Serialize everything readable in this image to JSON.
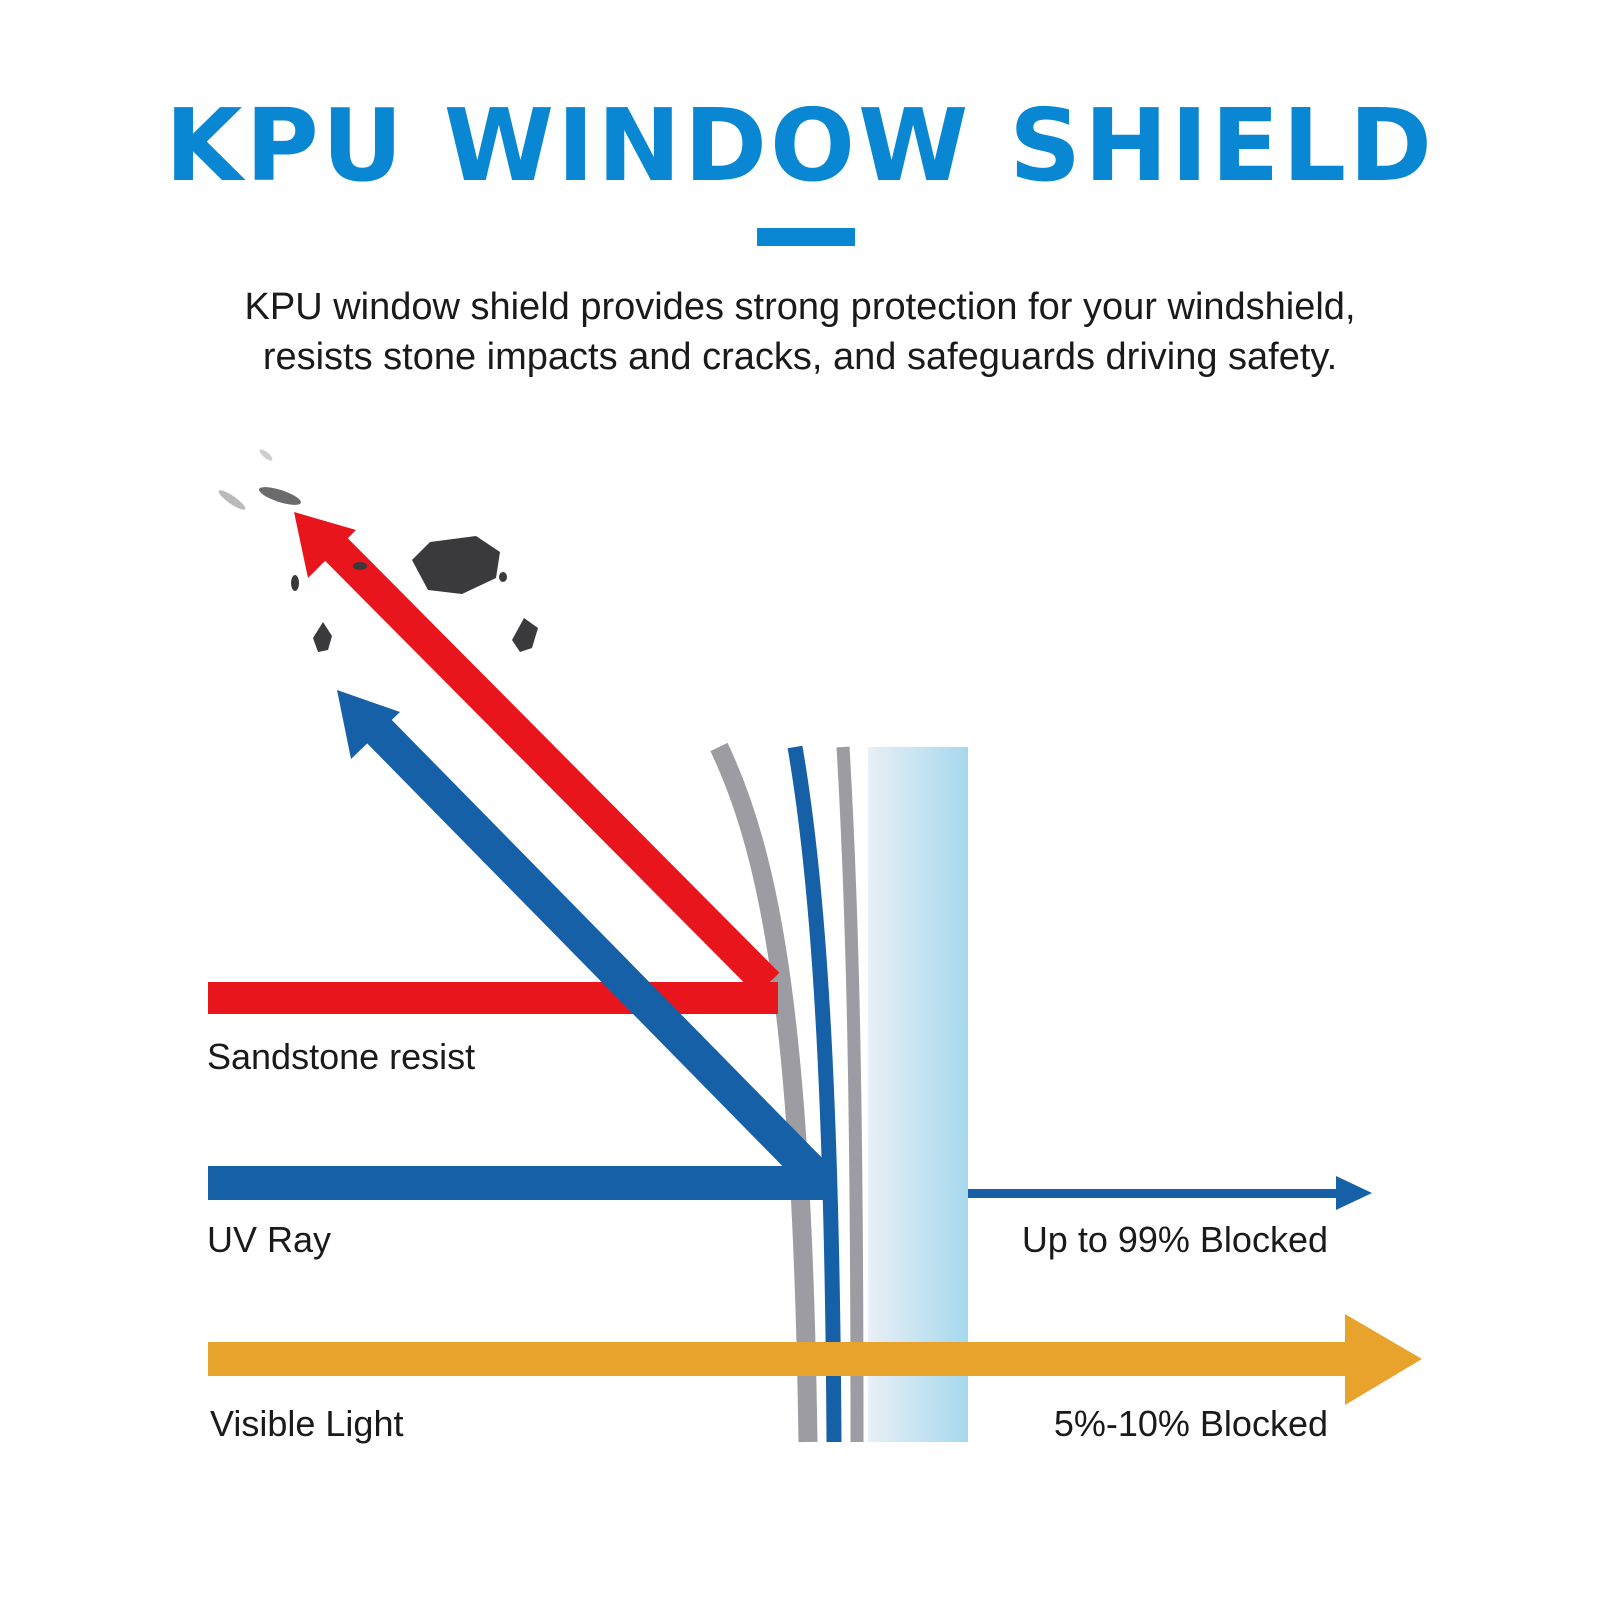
{
  "header": {
    "title": "KPU WINDOW SHIELD",
    "description_line1": "KPU window shield provides strong protection for your windshield,",
    "description_line2": "resists stone impacts and cracks, and safeguards driving safety."
  },
  "rays": {
    "sandstone": {
      "label": "Sandstone resist",
      "color": "#E8161C"
    },
    "uv": {
      "label": "UV Ray",
      "result": "Up to 99% Blocked",
      "color": "#1660A8"
    },
    "visible": {
      "label": "Visible Light",
      "result": "5%-10% Blocked",
      "color": "#E8A32C"
    }
  },
  "colors": {
    "title": "#0A87D3",
    "film_gray": "#9C9CA2",
    "film_blue": "#1660A8",
    "glass_light": "#E9EFF5",
    "glass_blue": "#A6D8EE",
    "stone": "#3A3A3C"
  },
  "icons": {
    "debris": "stone-debris-icon",
    "glass": "glass-pane"
  }
}
